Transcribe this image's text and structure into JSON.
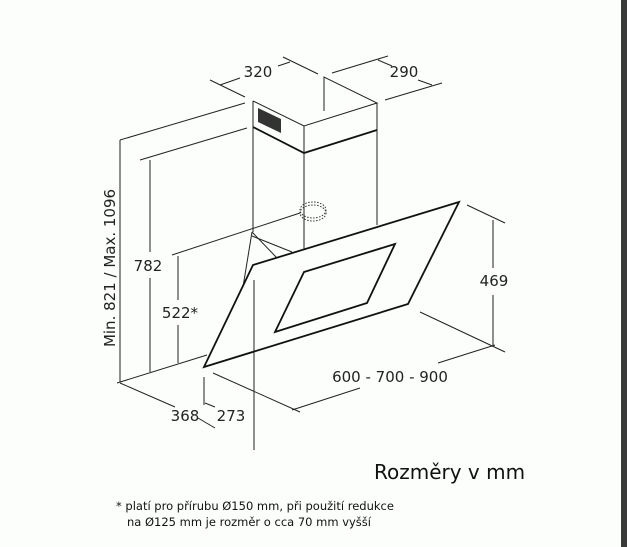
{
  "dimensions": {
    "width_top": "320",
    "depth_top": "290",
    "total_height": "Min. 821 / Max. 1096",
    "height_782": "782",
    "height_522": "522*",
    "glass_height": "469",
    "widths": "600 - 700 - 900",
    "depth_368": "368",
    "depth_273": "273"
  },
  "title": "Rozměry v mm",
  "footnote": {
    "line1": "* platí pro přírubu Ø150 mm, při použití redukce",
    "line2": "   na Ø125 mm je rozměr o cca 70 mm vyšší"
  },
  "colors": {
    "line": "#222222",
    "background": "#fcfefb"
  }
}
